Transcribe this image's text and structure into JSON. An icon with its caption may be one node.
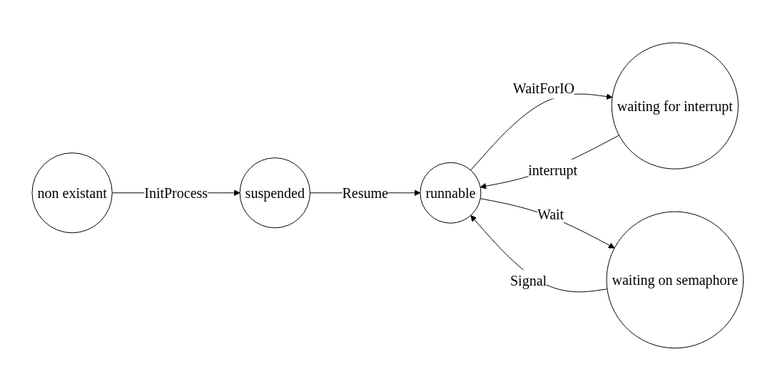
{
  "diagram": {
    "nodes": [
      {
        "text": [
          "non existant"
        ]
      },
      {
        "text": [
          "suspended"
        ]
      },
      {
        "text": [
          "runnable"
        ]
      },
      {
        "text": [
          "waiting for interrupt"
        ]
      },
      {
        "text": [
          "waiting on semaphore"
        ]
      }
    ],
    "edges": [
      {
        "from": 0,
        "to": 1,
        "arrow": "to",
        "label": "InitProcess"
      },
      {
        "from": 1,
        "to": 2,
        "arrow": "to",
        "label": "Resume"
      },
      {
        "from": 2,
        "to": 3,
        "arrow": "to",
        "label": "WaitForIO"
      },
      {
        "from": 3,
        "to": 2,
        "arrow": "to",
        "label": "interrupt"
      },
      {
        "from": 2,
        "to": 4,
        "arrow": "to",
        "label": "Wait"
      },
      {
        "from": 4,
        "to": 2,
        "arrow": "to",
        "label": "Signal"
      }
    ]
  }
}
